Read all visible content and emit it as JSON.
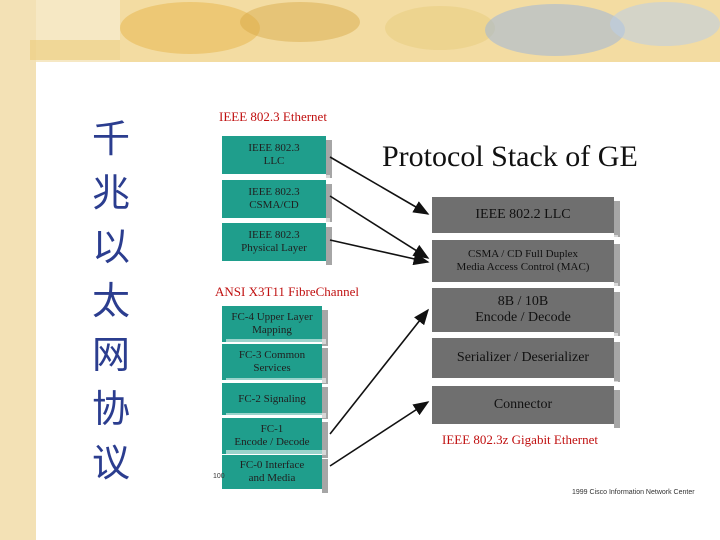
{
  "slide_title": "Protocol Stack of GE",
  "vertical_title_chars": [
    "千",
    "兆",
    "以",
    "太",
    "网",
    "协",
    "议"
  ],
  "ethernet_label": "IEEE 802.3 Ethernet",
  "ethernet_boxes": [
    {
      "line1": "IEEE 802.3",
      "line2": "LLC"
    },
    {
      "line1": "IEEE 802.3",
      "line2": "CSMA/CD"
    },
    {
      "line1": "IEEE 802.3",
      "line2": "Physical Layer"
    }
  ],
  "fc_label": "ANSI X3T11 FibreChannel",
  "fc_boxes": [
    {
      "line1": "FC-4 Upper Layer",
      "line2": "Mapping"
    },
    {
      "line1": "FC-3 Common",
      "line2": "Services"
    },
    {
      "line1": "FC-2 Signaling",
      "line2": ""
    },
    {
      "line1": "FC-1",
      "line2": "Encode / Decode"
    },
    {
      "line1": "FC-0 Interface",
      "line2": "and Media"
    }
  ],
  "ge_boxes": [
    {
      "line1": "IEEE 802.2 LLC",
      "line2": ""
    },
    {
      "line1": "CSMA / CD Full Duplex",
      "line2": "Media Access Control (MAC)"
    },
    {
      "line1": "8B / 10B",
      "line2": "Encode / Decode"
    },
    {
      "line1": "Serializer / Deserializer",
      "line2": ""
    },
    {
      "line1": "Connector",
      "line2": ""
    }
  ],
  "ge_label": "IEEE 802.3z Gigabit Ethernet",
  "copyright": "1999 Cisco Information Network Center",
  "marker": "100",
  "colors": {
    "green": "#1f9e8c",
    "grey": "#6f6f6f",
    "label_red": "#c01010",
    "title_blue": "#2b3d8f"
  }
}
